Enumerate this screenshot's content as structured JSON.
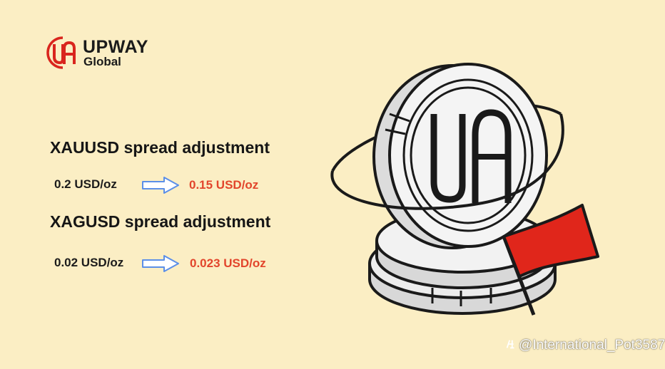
{
  "brand": {
    "name": "UPWAY",
    "sub": "Global",
    "red": "#d9251d"
  },
  "sections": [
    {
      "title": "XAUUSD spread adjustment",
      "old_value": "0.2 USD/oz",
      "new_value": "0.15 USD/oz"
    },
    {
      "title": "XAGUSD spread adjustment",
      "old_value": "0.02 USD/oz",
      "new_value": "0.023 USD/oz"
    }
  ],
  "colors": {
    "background": "#fbeec4",
    "highlight": "#e2452c",
    "arrow": "#5b8fe8"
  },
  "watermark": {
    "text": "@International_Pot3587",
    "icon": "zhihu-icon"
  }
}
